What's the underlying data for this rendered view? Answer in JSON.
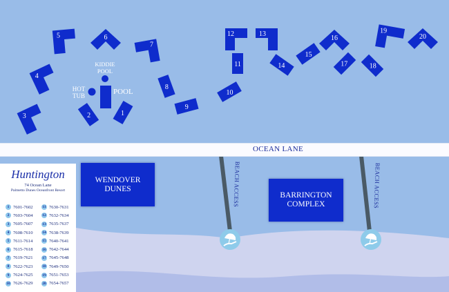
{
  "map": {
    "road_label": "OCEAN LANE",
    "amenities": {
      "kiddie_pool": [
        "KIDDIE",
        "POOL"
      ],
      "hot_tub": [
        "HOT",
        "TUB"
      ],
      "pool": "POOL"
    },
    "complexes": [
      {
        "name": "wendover-dunes",
        "lines": [
          "WENDOVER",
          "DUNES"
        ]
      },
      {
        "name": "barrington-complex",
        "lines": [
          "BARRINGTON",
          "COMPLEX"
        ]
      }
    ],
    "beach_access": [
      {
        "label": "BEACH ACCESS",
        "icon": "beach-umbrella-chair-icon"
      },
      {
        "label": "BEACH ACCESS",
        "icon": "beach-umbrella-chair-icon"
      }
    ],
    "buildings": [
      "1",
      "2",
      "3",
      "4",
      "5",
      "6",
      "7",
      "8",
      "9",
      "10",
      "11",
      "12",
      "13",
      "14",
      "15",
      "16",
      "17",
      "18",
      "19",
      "20"
    ],
    "colors": {
      "background": "#99bce8",
      "building": "#0f2ccc",
      "road": "#fbfbff",
      "sand": "#cfd4ef",
      "access_path": "#4a5a66",
      "badge": "#8ec8ec"
    }
  },
  "legend": {
    "title": "Huntington",
    "address": "74 Ocean Lane",
    "resort": "Palmetto Dunes Oceanfront Resort",
    "entries": [
      {
        "num": "1",
        "range": "7601-7602"
      },
      {
        "num": "2",
        "range": "7603-7604"
      },
      {
        "num": "3",
        "range": "7605-7607"
      },
      {
        "num": "4",
        "range": "7608-7610"
      },
      {
        "num": "5",
        "range": "7611-7614"
      },
      {
        "num": "6",
        "range": "7615-7618"
      },
      {
        "num": "7",
        "range": "7619-7621"
      },
      {
        "num": "8",
        "range": "7622-7623"
      },
      {
        "num": "9",
        "range": "7624-7625"
      },
      {
        "num": "10",
        "range": "7626-7629"
      },
      {
        "num": "11",
        "range": "7630-7631"
      },
      {
        "num": "12",
        "range": "7632-7634"
      },
      {
        "num": "13",
        "range": "7635-7637"
      },
      {
        "num": "14",
        "range": "7638-7639"
      },
      {
        "num": "15",
        "range": "7640-7641"
      },
      {
        "num": "16",
        "range": "7642-7644"
      },
      {
        "num": "17",
        "range": "7645-7648"
      },
      {
        "num": "18",
        "range": "7649-7650"
      },
      {
        "num": "19",
        "range": "7651-7653"
      },
      {
        "num": "20",
        "range": "7654-7657"
      }
    ]
  }
}
